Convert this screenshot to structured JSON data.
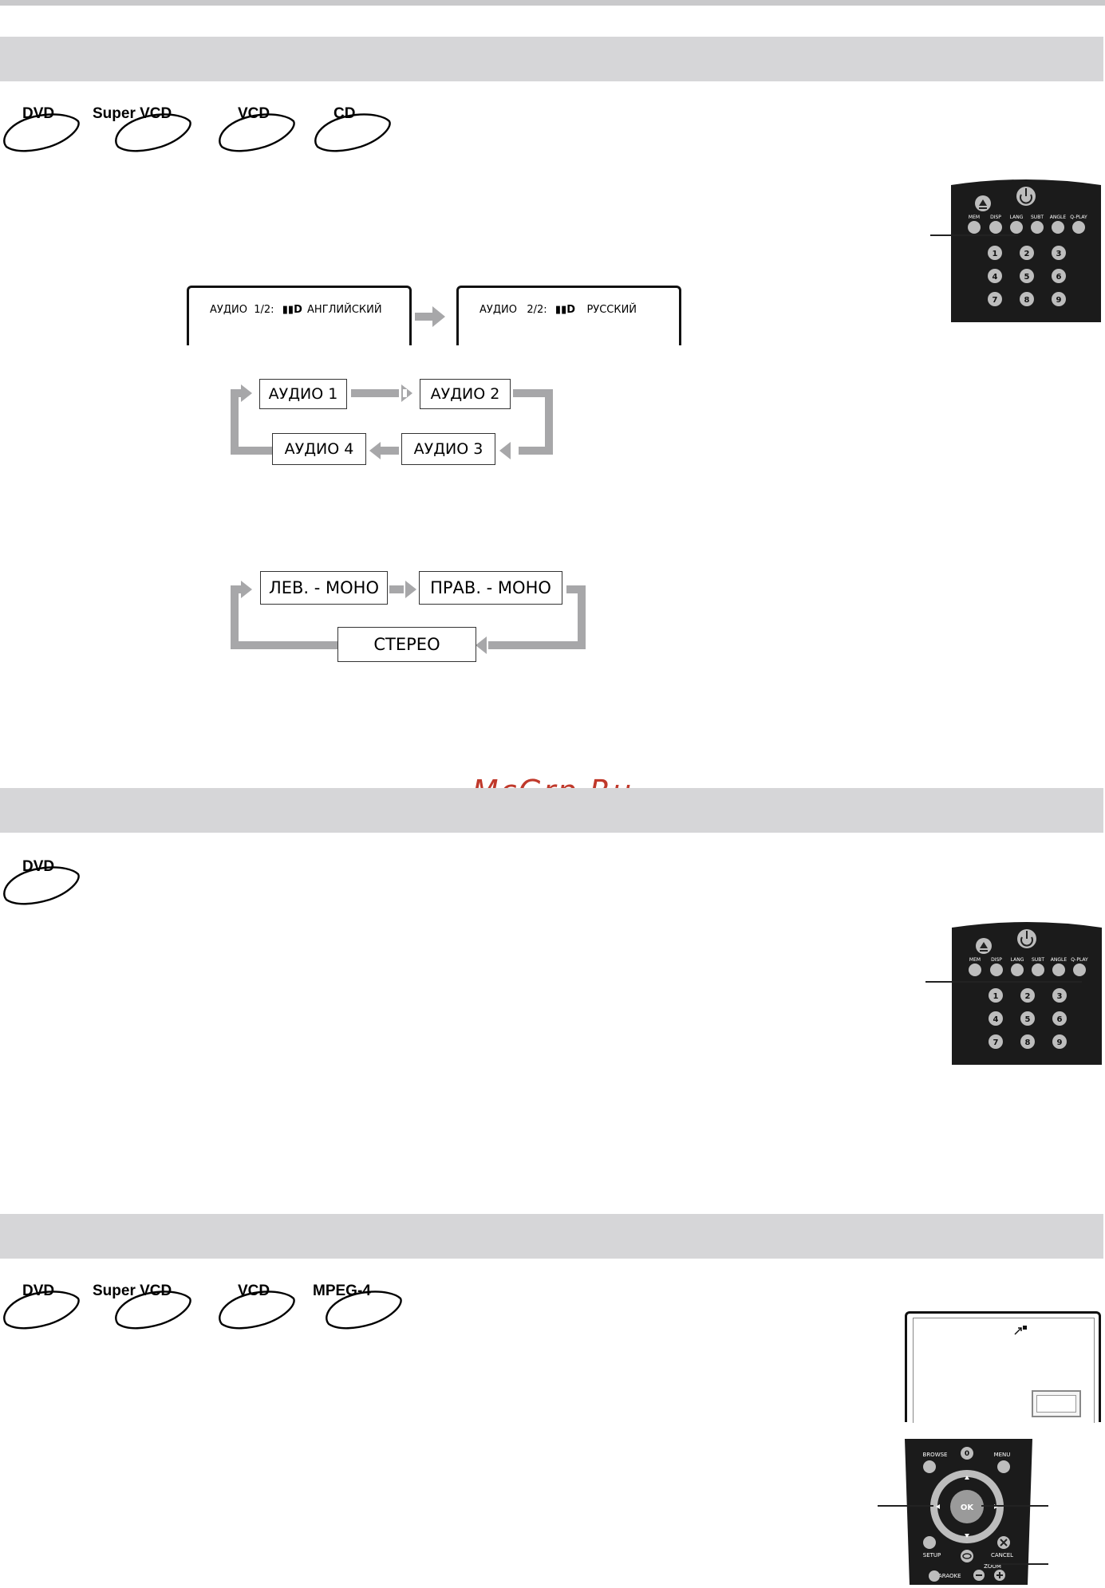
{
  "sections": [
    {
      "discs": [
        "DVD",
        "Super VCD",
        "VCD",
        "CD"
      ],
      "osd_screens": [
        {
          "prefix": "АУДИО",
          "index": "1/2:",
          "logo": "DD",
          "language": "АНГЛИЙСКИЙ"
        },
        {
          "prefix": "АУДИО",
          "index": "2/2:",
          "logo": "DD",
          "language": "РУССКИЙ"
        }
      ],
      "audio_cycle": [
        "АУДИО 1",
        "АУДИО 2",
        "АУДИО 3",
        "АУДИО 4"
      ],
      "mono_cycle": [
        "ЛЕВ. - МОНО",
        "ПРАВ. - МОНО",
        "СТЕРЕО"
      ],
      "remote": {
        "buttons": [
          "MEM",
          "DISP",
          "LANG",
          "SUBT",
          "ANGLE",
          "Q-PLAY"
        ],
        "digits": [
          "1",
          "2",
          "3",
          "4",
          "5",
          "6",
          "7",
          "8",
          "9"
        ]
      }
    },
    {
      "discs": [
        "DVD"
      ],
      "remote": {
        "buttons": [
          "MEM",
          "DISP",
          "LANG",
          "SUBT",
          "ANGLE",
          "Q-PLAY"
        ],
        "digits": [
          "1",
          "2",
          "3",
          "4",
          "5",
          "6",
          "7",
          "8",
          "9"
        ]
      }
    },
    {
      "discs": [
        "DVD",
        "Super VCD",
        "VCD",
        "MPEG-4"
      ],
      "nav_remote": {
        "labels": [
          "BROWSE",
          "0",
          "MENU",
          "OK",
          "SETUP",
          "CANCEL",
          "KARAOKE",
          "ZOOM"
        ]
      }
    }
  ],
  "watermark": "McGrp.Ru"
}
